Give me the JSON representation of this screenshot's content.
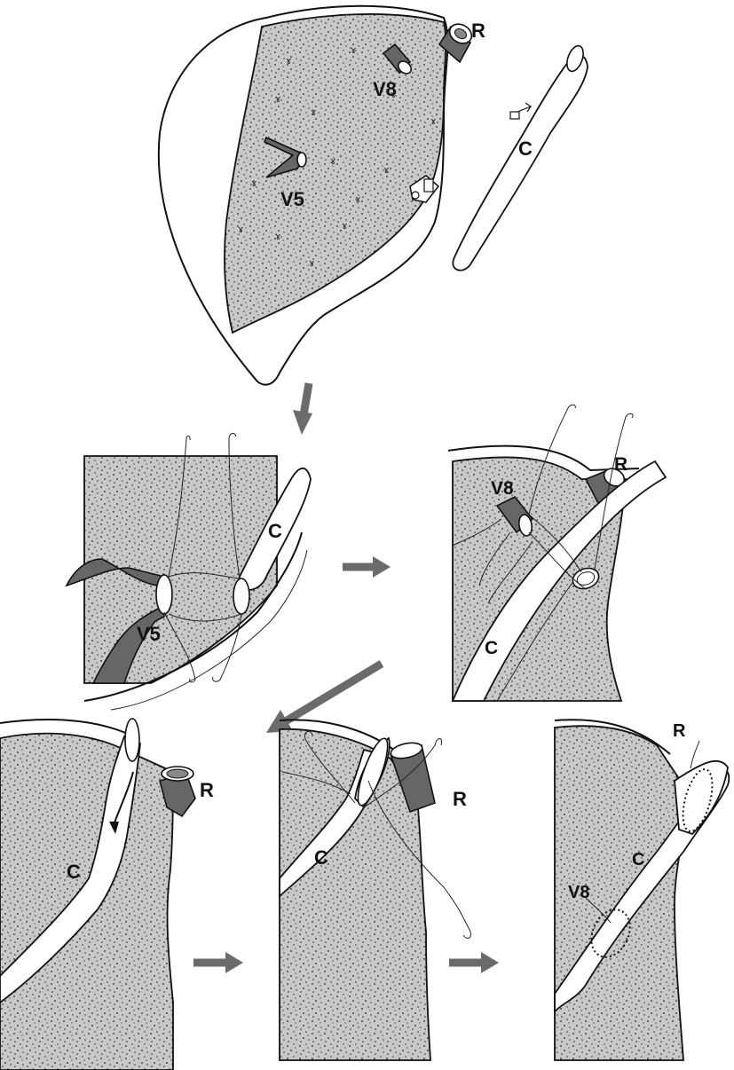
{
  "labels": {
    "top_r": "R",
    "top_v8": "V8",
    "top_v5": "V5",
    "top_c": "C",
    "mid_left_c": "C",
    "mid_left_v5": "V5",
    "mid_right_v8": "V8",
    "mid_right_r": "R",
    "mid_right_c": "C",
    "bot_left_c": "C",
    "bot_left_r": "R",
    "bot_mid_c": "C",
    "bot_mid_r": "R",
    "bot_right_r": "R",
    "bot_right_v8": "V8",
    "bot_right_c": "C"
  },
  "colors": {
    "tissue_fill": "#c8c8c8",
    "vessel_dark": "#666666",
    "arrow": "#6b6b6b",
    "line": "#111111"
  }
}
